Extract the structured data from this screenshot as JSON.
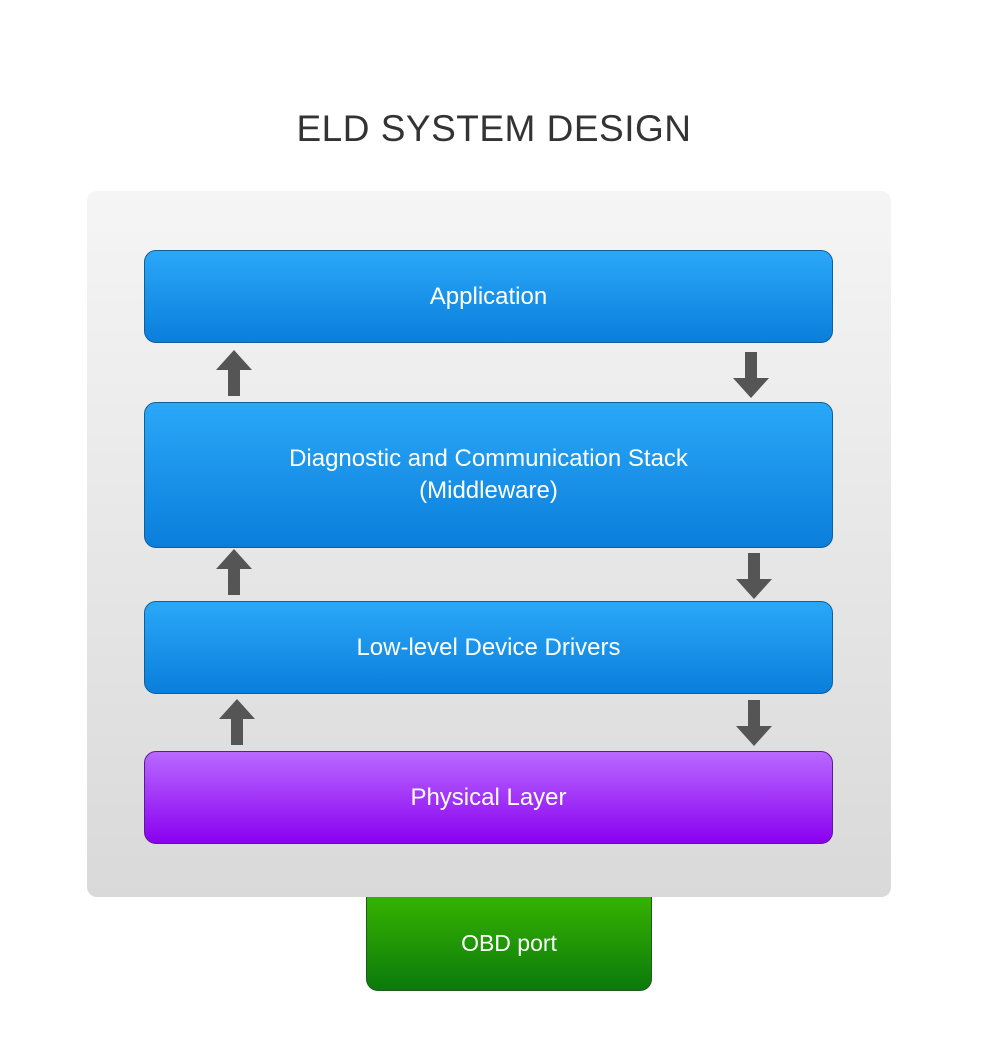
{
  "title": "ELD SYSTEM DESIGN",
  "layers": [
    {
      "line1": "Application",
      "line2": ""
    },
    {
      "line1": "Diagnostic and Communication Stack",
      "line2": "(Middleware)"
    },
    {
      "line1": "Low-level Device Drivers",
      "line2": ""
    },
    {
      "line1": "Physical Layer",
      "line2": ""
    }
  ],
  "port_label": "OBD port",
  "colors": {
    "layer_blue": "#1a93ea",
    "physical_purple": "#a23dfc",
    "port_green": "#22980a",
    "arrow_gray": "#555555",
    "title_text": "#333333"
  }
}
